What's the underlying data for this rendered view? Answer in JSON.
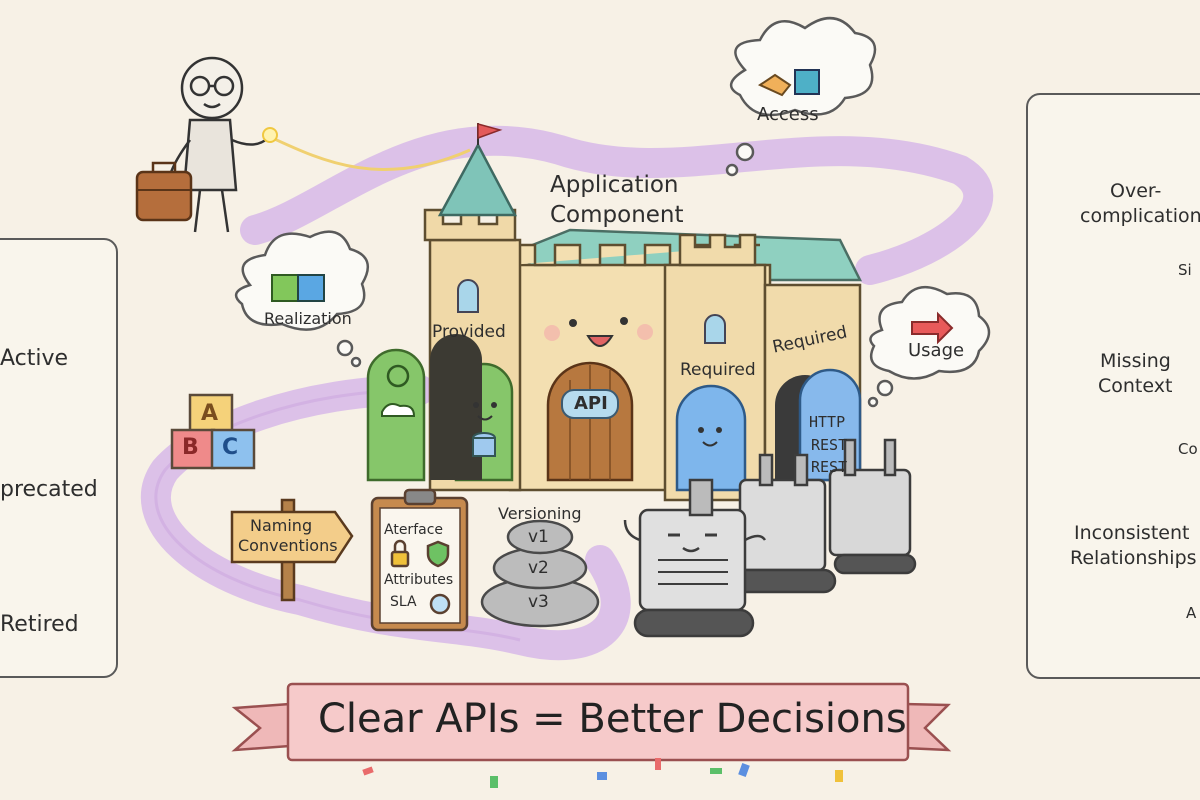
{
  "center": {
    "title_line1": "Application",
    "title_line2": "Component",
    "provided": "Provided",
    "required_left": "Required",
    "required_right": "Required",
    "api_door": "API",
    "protocols": [
      "HTTP",
      "REST",
      "REST"
    ]
  },
  "thoughts": {
    "access": "Access",
    "realization": "Realization",
    "usage": "Usage"
  },
  "path_items": {
    "signpost_line1": "Naming",
    "signpost_line2": "Conventions",
    "clipboard_lines": [
      "Aterface",
      "Attributes",
      "SLA"
    ],
    "versioning": "Versioning",
    "versions": [
      "v1",
      "v2",
      "v3"
    ],
    "blocks": [
      "A",
      "B",
      "C"
    ]
  },
  "lifecycle": [
    {
      "label": "Active",
      "color": "#5cc24e"
    },
    {
      "label": "precated",
      "color": "#f0d23a"
    },
    {
      "label": "Retired",
      "color": "#a9a9a9"
    }
  ],
  "pitfalls": [
    {
      "line1": "Over-",
      "line2": "complication",
      "note": "Si"
    },
    {
      "line1": "Missing",
      "line2": "Context",
      "note": "Co"
    },
    {
      "line1": "Inconsistent",
      "line2": "Relationships",
      "note": "A"
    }
  ],
  "banner": {
    "text": "Clear APIs = Better Decisions"
  }
}
